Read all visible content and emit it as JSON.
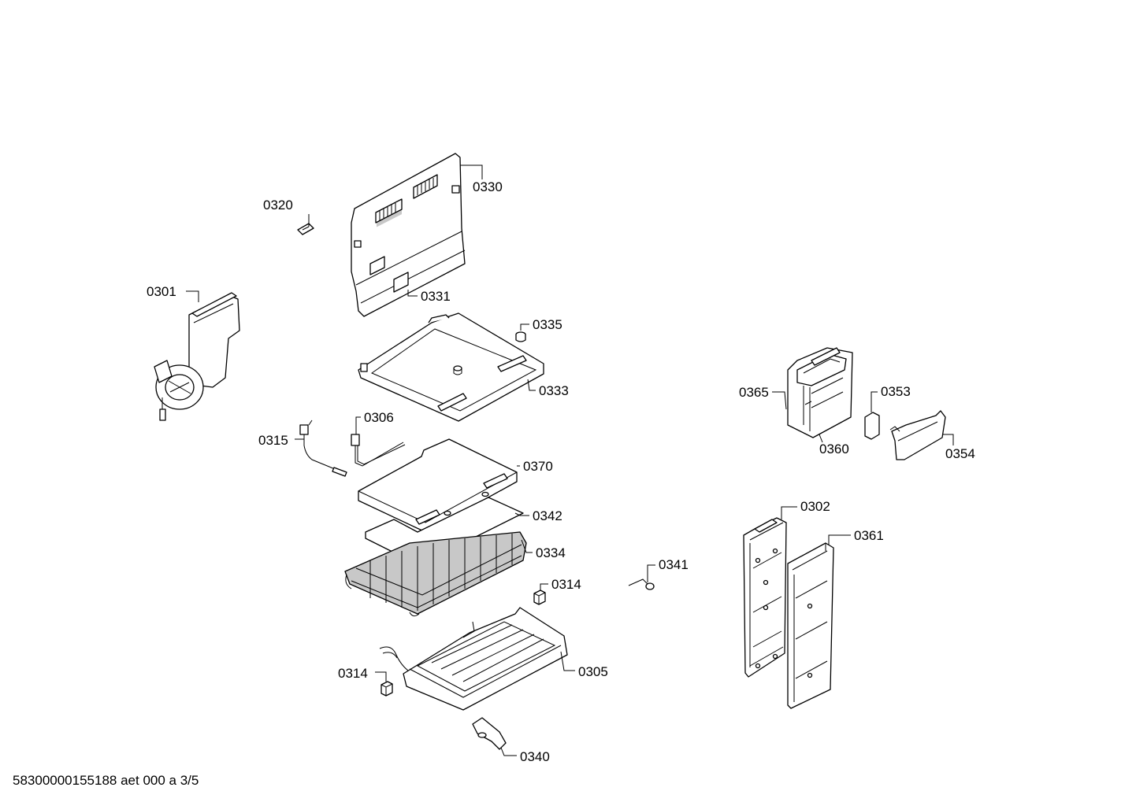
{
  "callouts": [
    "0330",
    "0320",
    "0331",
    "0301",
    "0335",
    "0333",
    "0306",
    "0315",
    "0370",
    "0342",
    "0334",
    "0341",
    "0314",
    "0314",
    "0305",
    "0340",
    "0365",
    "0353",
    "0360",
    "0354",
    "0302",
    "0361"
  ],
  "footer": "58300000155188 aet 000 a 3/5"
}
